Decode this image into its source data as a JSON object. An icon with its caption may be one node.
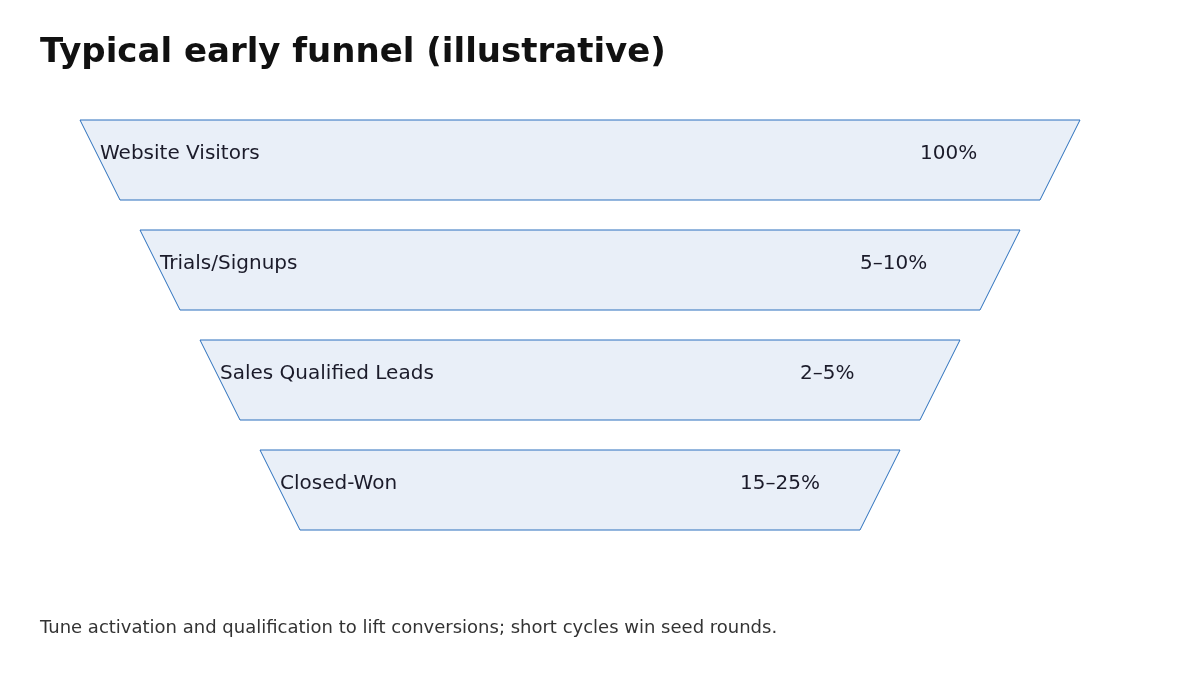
{
  "diagram": {
    "title": "Typical early funnel (illustrative)",
    "nodes": [
      {
        "text": [
          "Website Visitors",
          "100%"
        ]
      },
      {
        "text": [
          "Trials/Signups",
          "5–10%"
        ]
      },
      {
        "text": [
          "Sales Qualified Leads",
          "2–5%"
        ]
      },
      {
        "text": [
          "Closed-Won",
          "15–25%"
        ]
      }
    ],
    "caption": "Tune activation and qualification to lift conversions; short cycles win seed rounds."
  }
}
